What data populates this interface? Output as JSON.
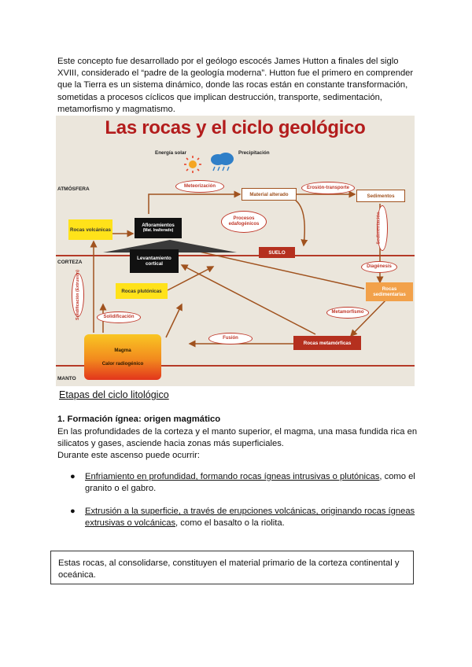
{
  "intro": {
    "line1": "Este concepto fue desarrollado por el geólogo escocés James Hutton a finales del siglo",
    "line2": "XVIII, considerado el “padre de la geología moderna”. Hutton fue el primero en comprender",
    "line3": "que la Tierra es un sistema dinámico, donde las rocas están en constante transformación,",
    "line4": "sometidas a procesos cíclicos que implican destrucción, transporte, sedimentación,",
    "line5": "metamorfismo y magmatismo."
  },
  "figure": {
    "title": "Las rocas y el ciclo geológico",
    "energia": "Energía solar",
    "precipitacion": "Precipitación",
    "atmosfera": "ATMÓSFERA",
    "corteza": "CORTEZA",
    "manto": "MANTO",
    "meteorizacion": "Meteorización",
    "material_alterado": "Material alterado",
    "erosion": "Erosión-transporte",
    "sedimentos": "Sedimentos",
    "rocas_volcanicas": "Rocas volcánicas",
    "afloramientos": "Afloramientos",
    "mat_inalterado": "(Mat. Inalterado)",
    "procesos_edafogenicos": "Procesos edafogénicos",
    "sedimentacion": "Sedimentación",
    "levantamiento": "Levantamiento cortical",
    "suelo": "SUELO",
    "diagenesis": "Diagénesis",
    "solidificacion_extrusion": "Solidificación (Extrusión)",
    "rocas_plutonicas": "Rocas plutónicas",
    "rocas_sedimentarias": "Rocas sedimentarias",
    "metamorfismo": "Metamorfismo",
    "solidificacion": "Solidificación",
    "fusion": "Fusión",
    "rocas_metamorficas": "Rocas metamórficas",
    "magma": "Magma",
    "calor": "Calor radiogénico"
  },
  "section_heading": "Etapas del ciclo litológico",
  "section1": {
    "title": "1. Formación ígnea: origen magmático",
    "p1_line1": "En las profundidades de la corteza y el manto superior, el magma, una masa fundida rica en",
    "p1_line2": "silicatos y gases, asciende hacia zonas más superficiales.",
    "p2": "Durante este ascenso puede ocurrir:",
    "bullet1_u": "Enfriamiento en profundidad, formando rocas ígneas intrusivas o plutónicas",
    "bullet1_rest": ", como el",
    "bullet1_line2": "granito o el gabro.",
    "bullet2_u1": "Extrusión a la superficie, a través de erupciones volcánicas, originando rocas ígneas",
    "bullet2_u2": "extrusivas o volcánicas",
    "bullet2_rest": ", como el basalto o la riolita.",
    "box_line1": "Estas rocas, al consolidarse, constituyen el material primario de la corteza continental y",
    "box_line2": "oceánica."
  },
  "colors": {
    "accent_red": "#c0392b",
    "yellow_box": "#ffe21a",
    "orange_box": "#f2a14a",
    "dark_red_box": "#b5301f",
    "figure_bg": "#ebe6dc"
  }
}
